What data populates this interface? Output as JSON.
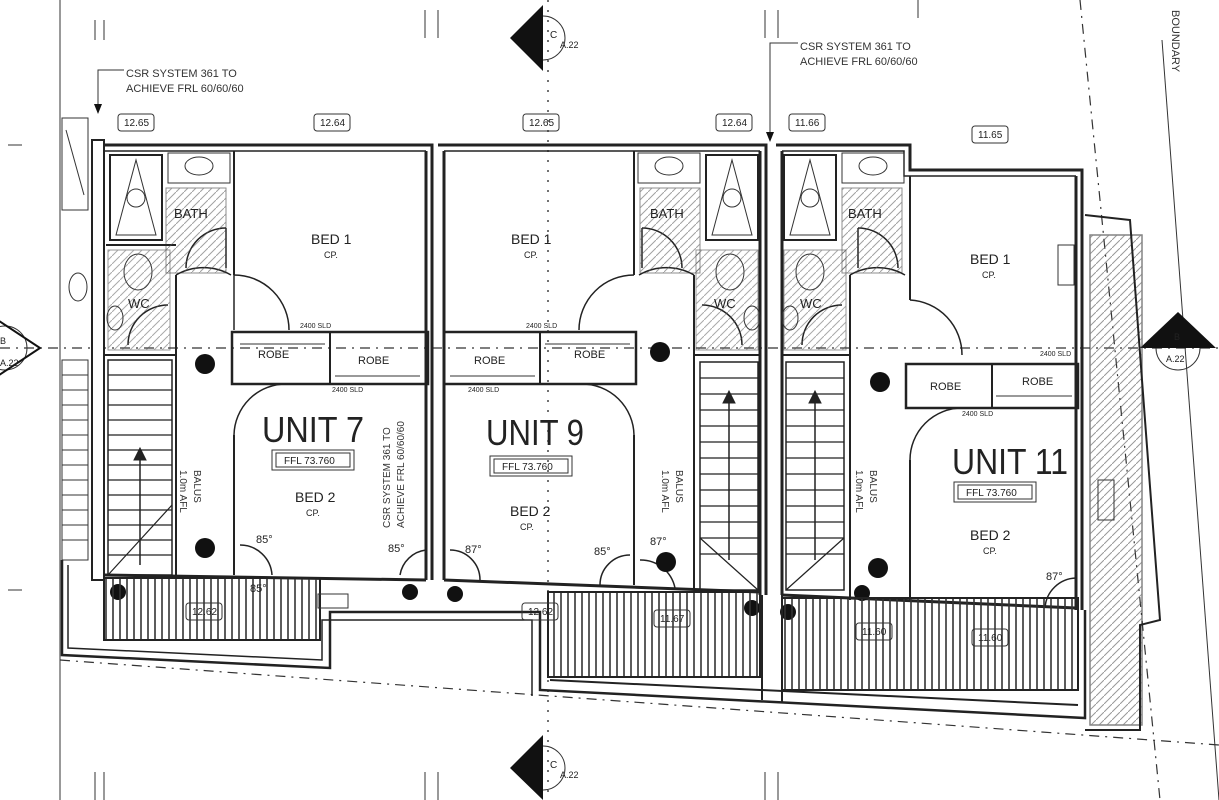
{
  "notes": {
    "csr_left": [
      "CSR SYSTEM 361 TO",
      "ACHIEVE FRL 60/60/60"
    ],
    "csr_right": [
      "CSR SYSTEM 361 TO",
      "ACHIEVE FRL 60/60/60"
    ],
    "csr_vertical": [
      "CSR SYSTEM 361 TO",
      "ACHIEVE FRL 60/60/60"
    ],
    "boundary": "BOUNDARY"
  },
  "levels": {
    "top": [
      "12.65",
      "12.64",
      "12.65",
      "12.64",
      "11.66",
      "11.65"
    ],
    "bottom": [
      "12.62",
      "12.62",
      "11.67",
      "11.60",
      "11.60"
    ]
  },
  "section_markers": {
    "top": {
      "letter": "C",
      "sheet": "A.22"
    },
    "bottom": {
      "letter": "C",
      "sheet": "A.22"
    },
    "left": {
      "letter": "B",
      "sheet": "A.22"
    },
    "right": {
      "letter": "B",
      "sheet": "A.22"
    }
  },
  "units": [
    {
      "name": "UNIT 7",
      "ffl": "FFL 73.760",
      "bed1": "BED 1",
      "bed2": "BED 2",
      "cp": "CP.",
      "bath": "BATH",
      "wc": "WC",
      "robe1": "ROBE",
      "robe2": "ROBE",
      "balus": [
        "1.0m AFL",
        "BALUS"
      ]
    },
    {
      "name": "UNIT 9",
      "ffl": "FFL 73.760",
      "bed1": "BED 1",
      "bed2": "BED 2",
      "cp": "CP.",
      "bath": "BATH",
      "wc": "WC",
      "robe1": "ROBE",
      "robe2": "ROBE",
      "balus": [
        "1.0m AFL",
        "BALUS"
      ]
    },
    {
      "name": "UNIT 11",
      "ffl": "FFL 73.760",
      "bed1": "BED 1",
      "bed2": "BED 2",
      "cp": "CP.",
      "bath": "BATH",
      "wc": "WC",
      "robe1": "ROBE",
      "robe2": "ROBE",
      "balus": [
        "1.0m AFL",
        "BALUS"
      ]
    }
  ],
  "door_angles": [
    "85°",
    "85°",
    "87°",
    "85°",
    "87°",
    "85°",
    "87°"
  ],
  "sld": "2400 SLD"
}
